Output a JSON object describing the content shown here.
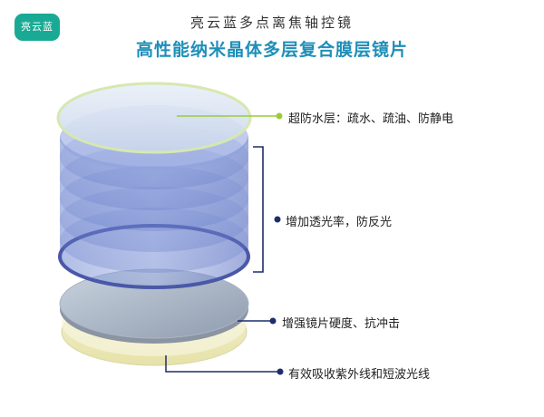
{
  "header": {
    "logo_text": "亮云蓝",
    "title": "亮云蓝多点离焦轴控镜",
    "subtitle": "高性能纳米晶体多层复合膜层镜片"
  },
  "layers": [
    {
      "label": "超防水层：疏水、疏油、防静电"
    },
    {
      "label": "增加透光率，防反光"
    },
    {
      "label": "增强镜片硬度、抗冲击"
    },
    {
      "label": "有效吸收紫外线和短波光线"
    }
  ],
  "colors": {
    "logo_bg": "#1aa994",
    "subtitle": "#1f8fb8",
    "callout_green": "#9ccc3a",
    "callout_navy": "#1d2d6e",
    "bracket": "#1d2d6e",
    "title_text": "#333333",
    "label_text": "#222222"
  }
}
